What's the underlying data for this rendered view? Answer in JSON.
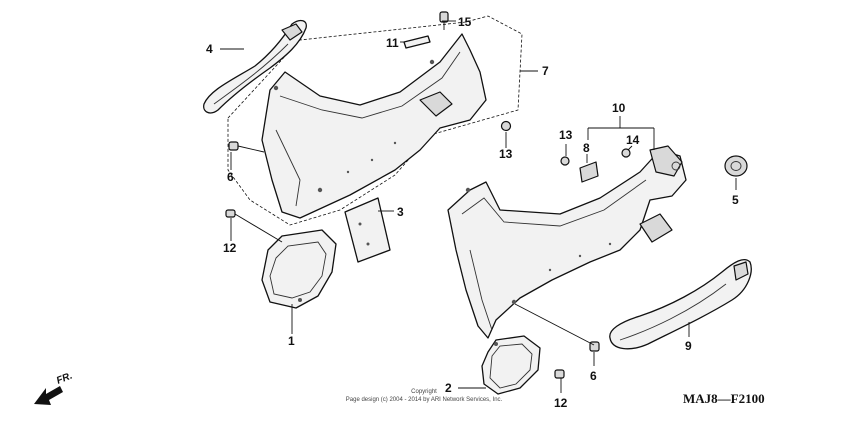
{
  "diagram": {
    "callouts": {
      "c1": "1",
      "c2": "2",
      "c3": "3",
      "c4": "4",
      "c5": "5",
      "c6a": "6",
      "c6b": "6",
      "c7": "7",
      "c8": "8",
      "c9": "9",
      "c10": "10",
      "c11": "11",
      "c12a": "12",
      "c12b": "12",
      "c13a": "13",
      "c13b": "13",
      "c14": "14",
      "c15": "15"
    },
    "direction_label": "FR.",
    "diagram_code": "MAJ8—F2100",
    "copyright_line1": "Copyright",
    "copyright_line2": "Page design (c) 2004 - 2014 by ARI Network Services, Inc."
  }
}
